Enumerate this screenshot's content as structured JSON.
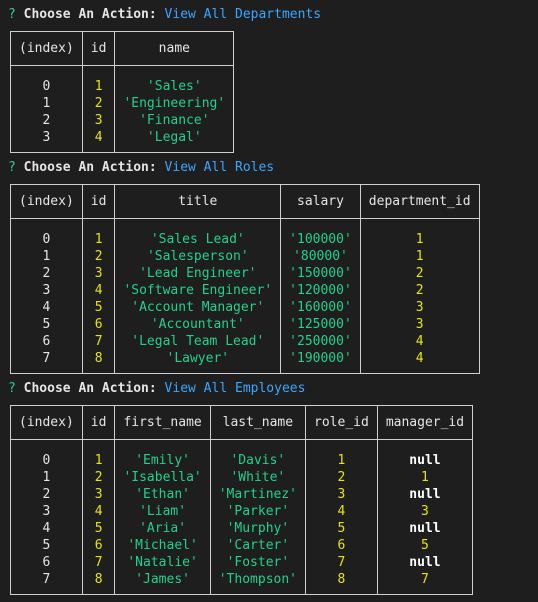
{
  "colors": {
    "background": "#1e1e1e",
    "number": "#e5e510",
    "string": "#23d18b",
    "action": "#3ba6ff",
    "border": "#d0d0d0"
  },
  "blocks": [
    {
      "prompt": {
        "mark": "?",
        "label": "Choose An Action:",
        "action": "View All Departments"
      },
      "columns": [
        "(index)",
        "id",
        "name"
      ],
      "col_types": [
        "idx",
        "num",
        "str"
      ],
      "rows": [
        [
          "0",
          "1",
          "'Sales'"
        ],
        [
          "1",
          "2",
          "'Engineering'"
        ],
        [
          "2",
          "3",
          "'Finance'"
        ],
        [
          "3",
          "4",
          "'Legal'"
        ]
      ]
    },
    {
      "prompt": {
        "mark": "?",
        "label": "Choose An Action:",
        "action": "View All Roles"
      },
      "columns": [
        "(index)",
        "id",
        "title",
        "salary",
        "department_id"
      ],
      "col_types": [
        "idx",
        "num",
        "str",
        "str",
        "num"
      ],
      "rows": [
        [
          "0",
          "1",
          "'Sales Lead'",
          "'100000'",
          "1"
        ],
        [
          "1",
          "2",
          "'Salesperson'",
          "'80000'",
          "1"
        ],
        [
          "2",
          "3",
          "'Lead Engineer'",
          "'150000'",
          "2"
        ],
        [
          "3",
          "4",
          "'Software Engineer'",
          "'120000'",
          "2"
        ],
        [
          "4",
          "5",
          "'Account Manager'",
          "'160000'",
          "3"
        ],
        [
          "5",
          "6",
          "'Accountant'",
          "'125000'",
          "3"
        ],
        [
          "6",
          "7",
          "'Legal Team Lead'",
          "'250000'",
          "4"
        ],
        [
          "7",
          "8",
          "'Lawyer'",
          "'190000'",
          "4"
        ]
      ]
    },
    {
      "prompt": {
        "mark": "?",
        "label": "Choose An Action:",
        "action": "View All Employees"
      },
      "columns": [
        "(index)",
        "id",
        "first_name",
        "last_name",
        "role_id",
        "manager_id"
      ],
      "col_types": [
        "idx",
        "num",
        "str",
        "str",
        "num",
        "num"
      ],
      "rows": [
        [
          "0",
          "1",
          "'Emily'",
          "'Davis'",
          "1",
          "null"
        ],
        [
          "1",
          "2",
          "'Isabella'",
          "'White'",
          "2",
          "1"
        ],
        [
          "2",
          "3",
          "'Ethan'",
          "'Martinez'",
          "3",
          "null"
        ],
        [
          "3",
          "4",
          "'Liam'",
          "'Parker'",
          "4",
          "3"
        ],
        [
          "4",
          "5",
          "'Aria'",
          "'Murphy'",
          "5",
          "null"
        ],
        [
          "5",
          "6",
          "'Michael'",
          "'Carter'",
          "6",
          "5"
        ],
        [
          "6",
          "7",
          "'Natalie'",
          "'Foster'",
          "7",
          "null"
        ],
        [
          "7",
          "8",
          "'James'",
          "'Thompson'",
          "8",
          "7"
        ]
      ]
    }
  ]
}
